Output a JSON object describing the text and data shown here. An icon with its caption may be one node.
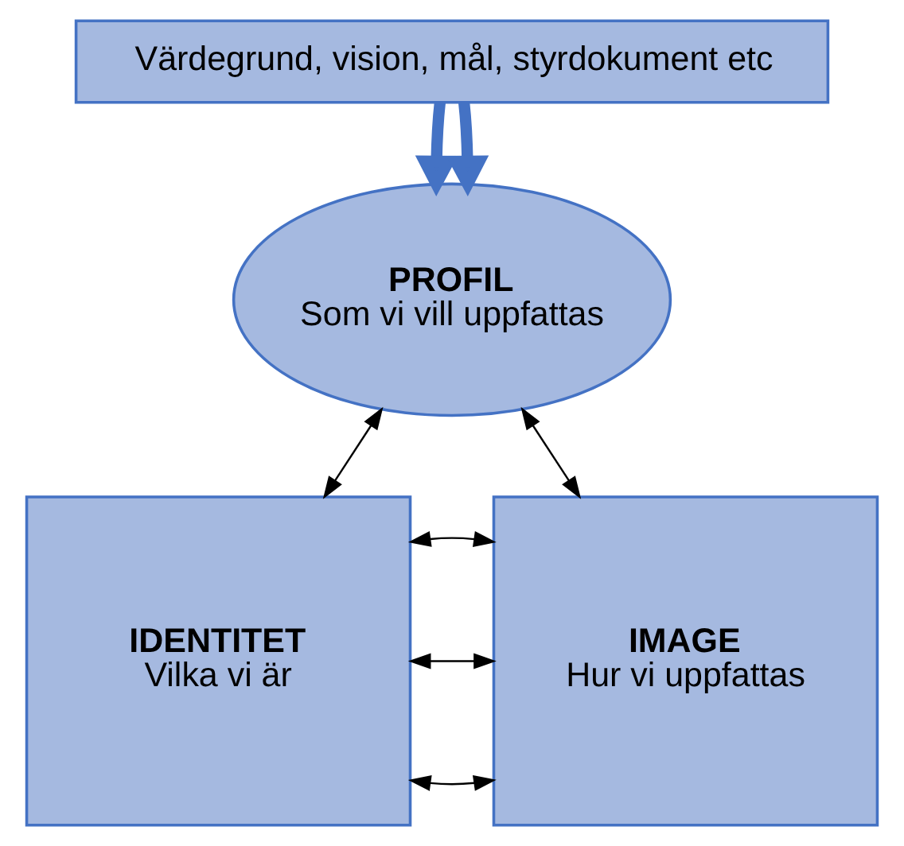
{
  "diagram": {
    "nodes": [
      {
        "text": [
          "Värdegrund, vision, mål, styrdokument etc"
        ]
      },
      {
        "text": [
          "PROFIL",
          "Som vi vill uppfattas"
        ]
      },
      {
        "text": [
          "IDENTITET",
          "Vilka vi är"
        ]
      },
      {
        "text": [
          "IMAGE",
          "Hur vi uppfattas"
        ]
      }
    ],
    "edges": [
      {
        "from": 0,
        "to": 1,
        "arrow": "to",
        "style": "thick",
        "color": "#4472c4"
      },
      {
        "from": 0,
        "to": 1,
        "arrow": "to",
        "style": "thick",
        "color": "#4472c4"
      },
      {
        "from": 1,
        "to": 2,
        "arrow": "both"
      },
      {
        "from": 1,
        "to": 3,
        "arrow": "both"
      },
      {
        "from": 2,
        "to": 3,
        "arrow": "both"
      },
      {
        "from": 2,
        "to": 3,
        "arrow": "both"
      },
      {
        "from": 2,
        "to": 3,
        "arrow": "both"
      }
    ]
  }
}
